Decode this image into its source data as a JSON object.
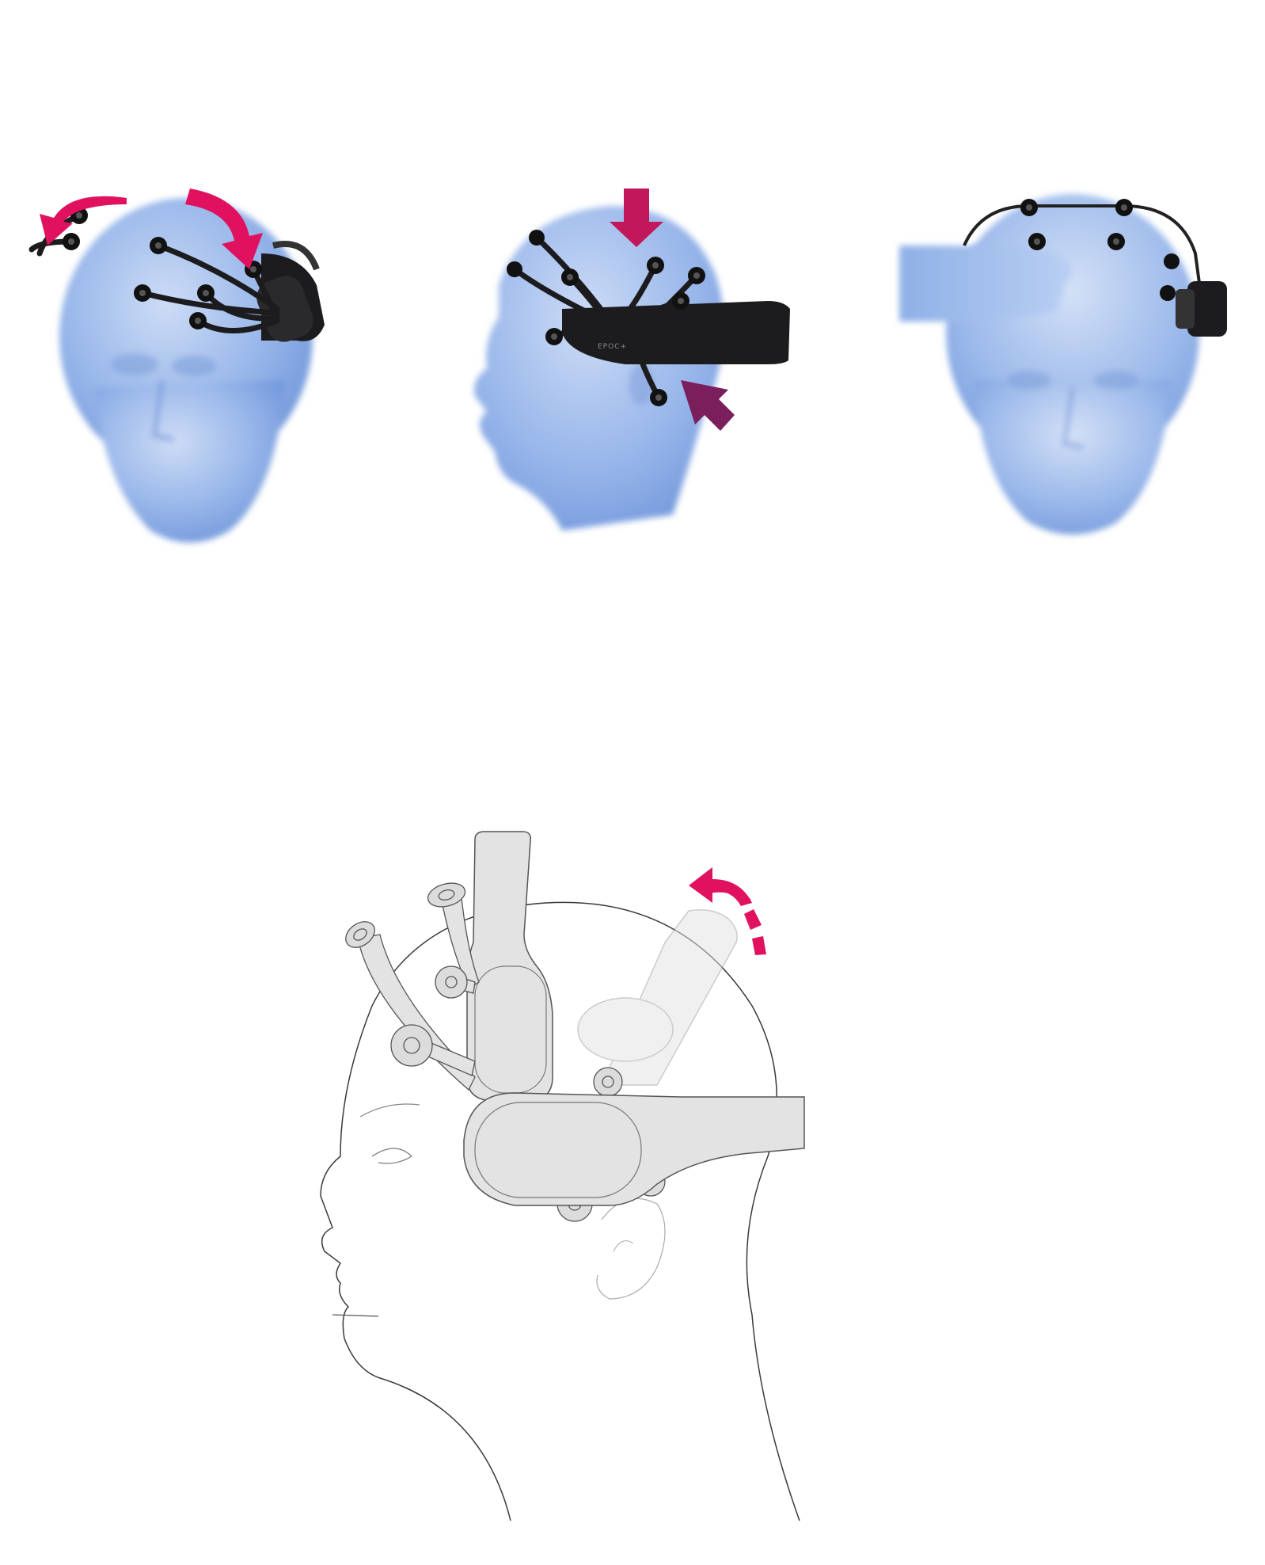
{
  "colors": {
    "background": "#ffffff",
    "head_fill": "#8fb0e6",
    "head_light": "#c6d8f5",
    "headset": "#1c1c1e",
    "arrow_magenta": "#e0115f",
    "arrow_purple": "#7a1f5c",
    "line_art": "#3a3a3a",
    "device_fill": "#e3e3e3"
  },
  "illustrations": [
    {
      "name": "step-1-headset-tilted-on-head",
      "arrows": [
        "curved-arrow-icon",
        "curved-arrow-icon"
      ]
    },
    {
      "name": "step-2-headset-side-view",
      "arrows": [
        "down-arrow-icon",
        "diagonal-arrow-icon"
      ]
    },
    {
      "name": "step-3-hand-pressing-forehead-sensors",
      "arrows": []
    },
    {
      "name": "step-4-line-drawing-rotate-arm-up",
      "arrows": [
        "curved-arrow-icon"
      ]
    }
  ],
  "headset_wordmark": "EPOC+"
}
